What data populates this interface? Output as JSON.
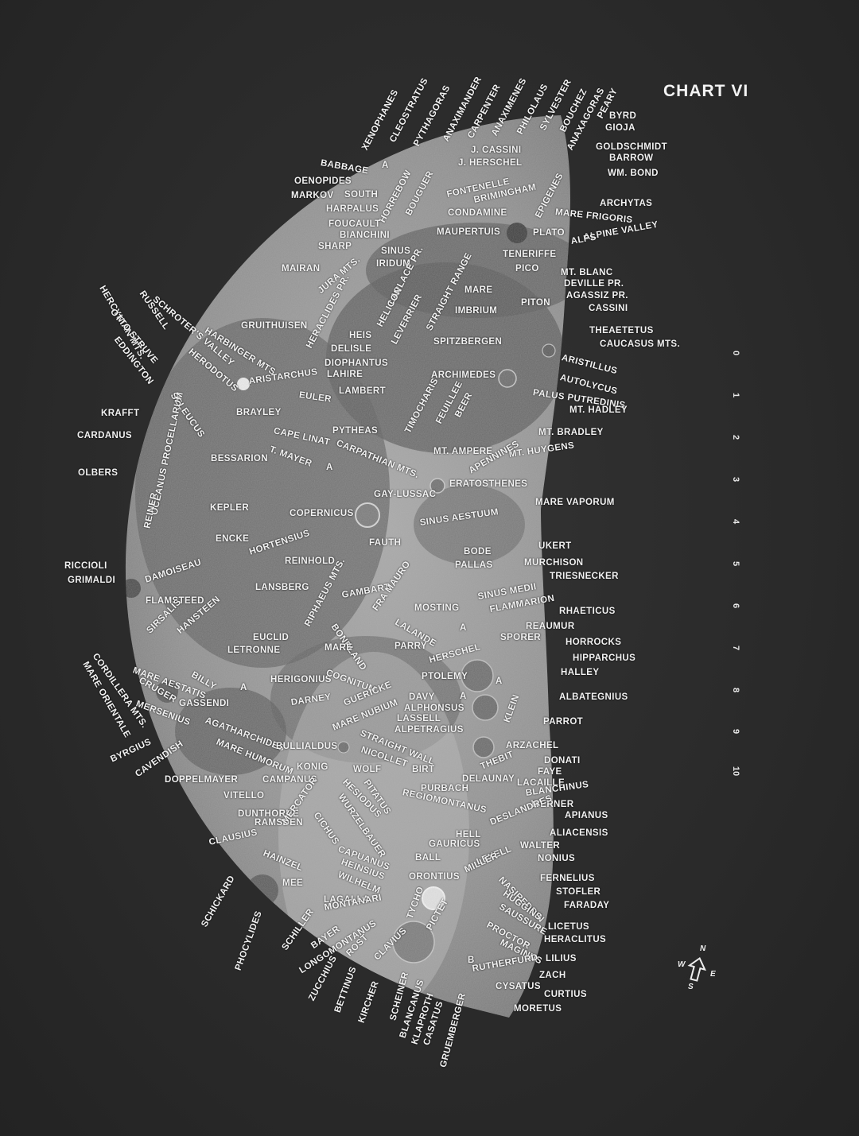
{
  "title": "CHART VI",
  "colors": {
    "background": "#2b2b2b",
    "moon_light": "#9a9a9a",
    "mare_dark": "#555555",
    "label": "#f2f2f2"
  },
  "scale": [
    "0",
    "1",
    "2",
    "3",
    "4",
    "5",
    "6",
    "7",
    "8",
    "9",
    "10"
  ],
  "compass": {
    "n": "N",
    "s": "S",
    "e": "E",
    "w": "W"
  },
  "labels": [
    "XENOPHANES",
    "CLEOSTRATUS",
    "PYTHAGORAS",
    "ANAXIMANDER",
    "CARPENTER",
    "ANAXIMENES",
    "PHILOLAUS",
    "SYLVESTER",
    "BOUCHEZ",
    "ANAXAGORAS",
    "PEARY",
    "BYRD",
    "GIOJA",
    "GOLDSCHMIDT",
    "BARROW",
    "WM. BOND",
    "ARCHYTAS",
    "MARE FRIGORIS",
    "ALPINE VALLEY",
    "ALPS",
    "BABBAGE",
    "A",
    "OENOPIDES",
    "SOUTH",
    "MARKOV",
    "HARPALUS",
    "HORREBOW",
    "BOUGUER",
    "J. CASSINI",
    "J. HERSCHEL",
    "FONTENELLE",
    "BRIMINGHAM",
    "EPIGENES",
    "CONDAMINE",
    "FOUCAULT",
    "BIANCHINI",
    "MAUPERTUIS",
    "PLATO",
    "SHARP",
    "SINUS",
    "IRIDUM",
    "TENERIFFE",
    "PICO",
    "MAIRAN",
    "JURA MTS.",
    "LAPLACE PR.",
    "MT. BLANC",
    "DEVILLE PR.",
    "AGASSIZ PR.",
    "CASSINI",
    "HERACLIDES PR.",
    "MARE",
    "IMBRIUM",
    "HELICON",
    "LEVERRIER",
    "STRAIGHT RANGE",
    "PITON",
    "THEAETETUS",
    "CAUCASUS MTS.",
    "GRUITHUISEN",
    "HEIS",
    "SPITZBERGEN",
    "ARISTILLUS",
    "SCHROTER'S VALLEY",
    "HARBINGER MTS.",
    "DELISLE",
    "DIOPHANTUS",
    "LAHIRE",
    "AUTOLYCUS",
    "ARCHIMEDES",
    "ARISTARCHUS",
    "HERODOTUS",
    "LAMBERT",
    "EULER",
    "PALUS PUTREDINIS",
    "MT. HADLEY",
    "BRAYLEY",
    "SELEUCUS",
    "TIMOCHARIS",
    "FEUILLEE",
    "BEER",
    "HERCYNIAN MTS.",
    "RUSSELL",
    "OTTO STRUVE",
    "EDDINGTON",
    "KRAFFT",
    "CARDANUS",
    "CAPE LINAT",
    "PYTHEAS",
    "CARPATHIAN MTS.",
    "MT. BRADLEY",
    "MT. AMPERE",
    "MT. HUYGENS",
    "BESSARION",
    "T. MAYER",
    "A",
    "APENNINES",
    "ERATOSTHENES",
    "GAY-LUSSAC",
    "OLBERS",
    "MARE VAPORUM",
    "OCEANUS PROCELLARUM",
    "KEPLER",
    "COPERNICUS",
    "SINUS AESTUUM",
    "REINER",
    "ENCKE",
    "HORTENSIUS",
    "FAUTH",
    "UKERT",
    "BODE",
    "MURCHISON",
    "PALLAS",
    "TRIESNECKER",
    "RICCIOLI",
    "GRIMALDI",
    "DAMOISEAU",
    "REINHOLD",
    "LANSBERG",
    "GAMBART",
    "SINUS MEDII",
    "FRA MAURO",
    "FLAMSTEED",
    "RIPHAEUS MTS.",
    "MOSTING",
    "FLAMMARION",
    "RHAETICUS",
    "LALANDE",
    "A",
    "REAUMUR",
    "BONPLAND",
    "SPORER",
    "HORROCKS",
    "SIRSALIS",
    "HANSTEEN",
    "EUCLID",
    "LETRONNE",
    "MARE",
    "PARRY",
    "HERSCHEL",
    "HIPPARCHUS",
    "CORDILLERA MTS.",
    "MARE ORIENTALE",
    "MARE AESTATIS",
    "BILLY",
    "HERIGONIUS",
    "COGNITUM",
    "PTOLEMY",
    "A",
    "HALLEY",
    "CRUGER",
    "GASSENDI",
    "A",
    "DARNEY",
    "GUERICKE",
    "DAVY",
    "A",
    "ALPHONSUS",
    "ALBATEGNIUS",
    "MERSENIUS",
    "AGATHARCHIDES",
    "MARE NUBIUM",
    "LASSELL",
    "ALPETRAGIUS",
    "KLEIN",
    "PARROT",
    "BYRGIUS",
    "CAVENDISH",
    "MARE HUMORUM",
    "BULLIALDUS",
    "STRAIGHT WALL",
    "NICOLLET",
    "ARZACHEL",
    "DONATI",
    "FAYE",
    "DOPPELMAYER",
    "KONIG",
    "WOLF",
    "BIRT",
    "THEBIT",
    "LACAILLE",
    "CAMPANUS",
    "VITELLO",
    "PITATUS",
    "HESIODUS",
    "PURBACH",
    "DELAUNAY",
    "BLANCHINUS",
    "WERNER",
    "DUNTHORNE",
    "RAMSDEN",
    "WURZELBAUER",
    "REGIOMONTANUS",
    "APIANUS",
    "DESLANDRES",
    "CLAUSIUS",
    "MERCATOR",
    "GAURICUS",
    "HELL",
    "ALIACENSIS",
    "CICHUS",
    "CAPUANUS",
    "WALTER",
    "NONIUS",
    "HAINZEL",
    "HEINSIUS",
    "BALL",
    "LEXELL",
    "WILHELM",
    "ORONTIUS",
    "MILLER",
    "FERNELIUS",
    "MEE",
    "STOFLER",
    "NASIREDDIN",
    "FARADAY",
    "LAGALLA",
    "MONTANARI",
    "HUGGINS",
    "SAUSSURE",
    "SCHICKARD",
    "TYCHO",
    "PICTET",
    "PROCTOR",
    "LICETUS",
    "HERACLITUS",
    "PHOCYLIDES",
    "SCHILLER",
    "BAYER",
    "LONGOMONTANUS",
    "MAGINUS",
    "LILIUS",
    "CLAVIUS",
    "ROST",
    "ZUCCHIUS",
    "B",
    "RUTHERFURD",
    "ZACH",
    "BETTINUS",
    "KIRCHER",
    "SCHEINER",
    "BLANCANUS",
    "CYSATUS",
    "CURTIUS",
    "KLAPROTH",
    "CASATUS",
    "GRUEMBERGER",
    "MORETUS"
  ]
}
